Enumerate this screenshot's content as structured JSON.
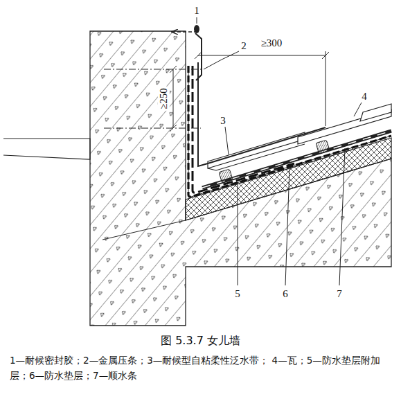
{
  "diagram": {
    "title": "图 5.3.7  女儿墙",
    "caption": "1—耐候密封胶；2—金属压条；3—耐候型自粘柔性泛水带； 4—瓦；5—防水垫层附加层；6—防水垫层；7—顺水条",
    "labels": [
      "1",
      "2",
      "3",
      "4",
      "5",
      "6",
      "7",
      "≥250",
      "≥300"
    ]
  }
}
